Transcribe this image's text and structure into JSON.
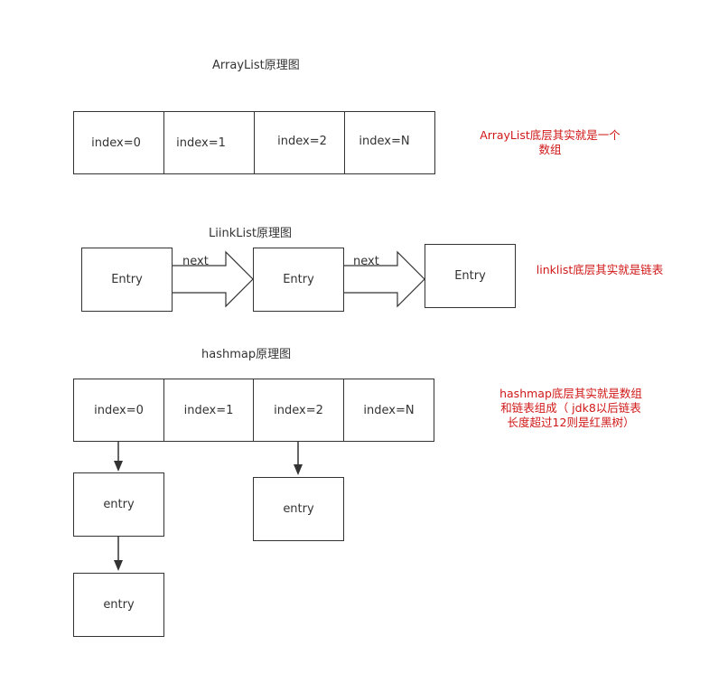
{
  "arraylist": {
    "title": "ArrayList原理图",
    "cells": [
      "index=0",
      "index=1",
      "index=2",
      "index=N"
    ],
    "note": [
      "ArrayList底层其实就是一个",
      "数组"
    ]
  },
  "linklist": {
    "title": "LiinkList原理图",
    "nodes": [
      "Entry",
      "Entry",
      "Entry"
    ],
    "edge_labels": [
      "next",
      "next"
    ],
    "note": "linklist底层其实就是链表"
  },
  "hashmap": {
    "title": "hashmap原理图",
    "cells": [
      "index=0",
      "index=1",
      "index=2",
      "index=N"
    ],
    "entries": [
      "entry",
      "entry",
      "entry"
    ],
    "note": [
      "hashmap底层其实就是数组",
      "和链表组成（ jdk8以后链表",
      "长度超过12则是红黑树）"
    ]
  },
  "colors": {
    "stroke": "#333333",
    "note": "#d01818",
    "background": "#ffffff"
  }
}
